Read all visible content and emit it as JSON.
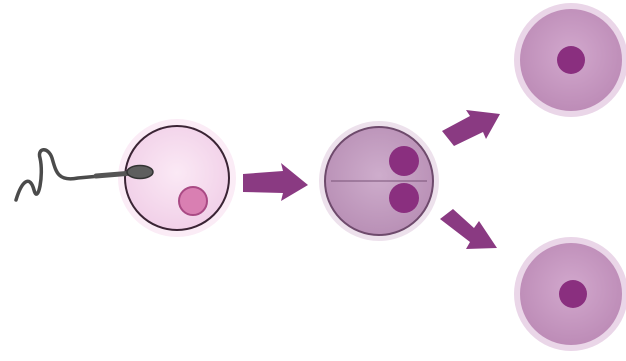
{
  "diagram": {
    "stages": [
      {
        "id": "fertilization",
        "elements": [
          "sperm",
          "egg-cell",
          "egg-nucleus"
        ]
      },
      {
        "id": "zygote",
        "elements": [
          "zygote-cell",
          "zygote-nucleus-top",
          "zygote-nucleus-bottom"
        ]
      },
      {
        "id": "division",
        "elements": [
          "daughter-cell-top",
          "daughter-cell-bottom"
        ]
      }
    ],
    "colors": {
      "egg_fill": "#f6dcef",
      "egg_outline": "#3a2434",
      "egg_halo": "#fbecf6",
      "egg_nucleus": "#d97fb2",
      "egg_nucleus_outline": "#a94a84",
      "zygote_fill": "#c7a3c5",
      "zygote_outline": "#6e4a6c",
      "zygote_halo": "#ede1ec",
      "zygote_nucleus": "#8a2f7f",
      "daughter_fill": "#c99bc4",
      "daughter_halo": "#ead6e8",
      "daughter_nucleus": "#8a2f7f",
      "arrow": "#8a3a82",
      "sperm": "#4b4b4b"
    },
    "icons": [
      "sperm-icon",
      "arrow-right-icon",
      "arrow-up-right-icon",
      "arrow-down-right-icon"
    ]
  }
}
